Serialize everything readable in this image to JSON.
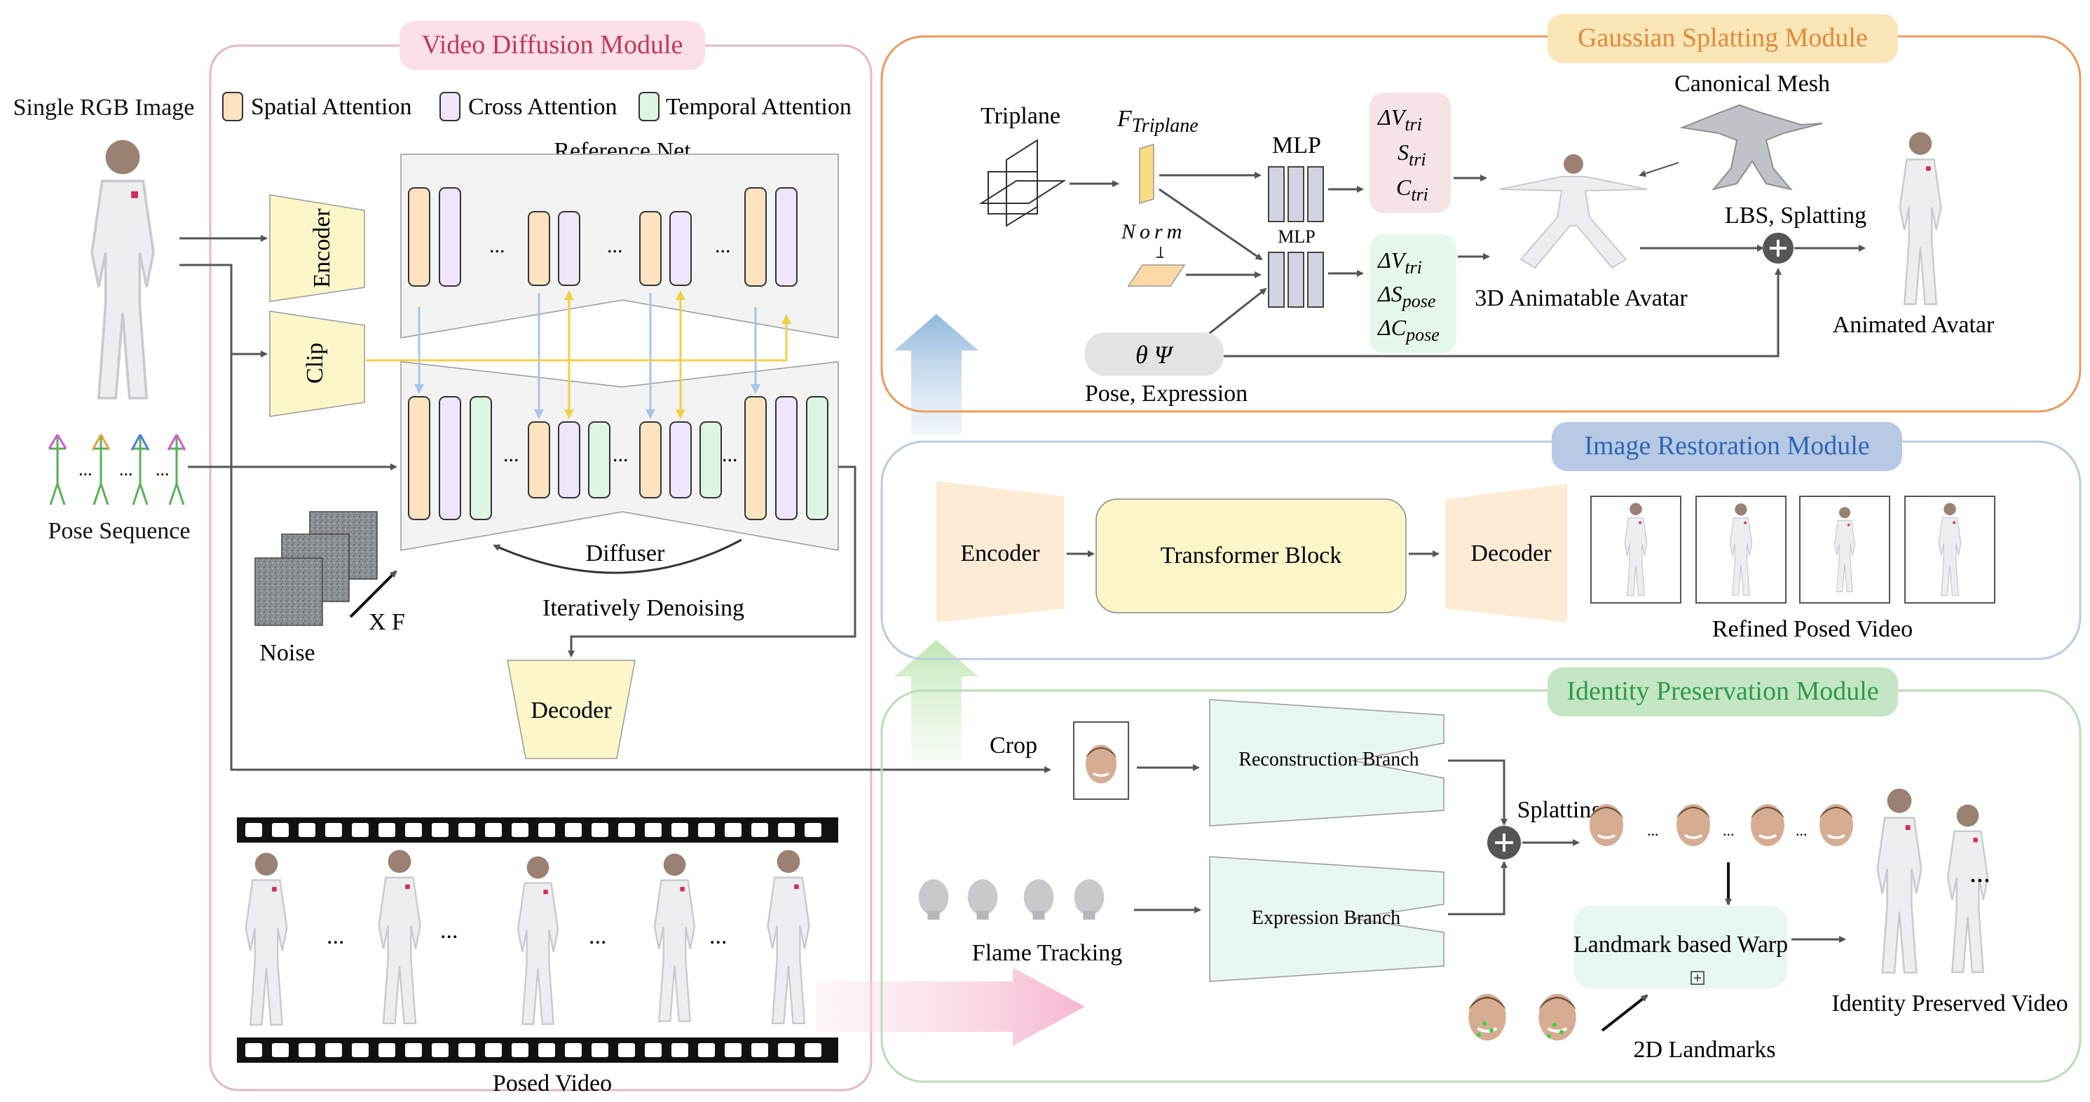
{
  "modules": {
    "video_diffusion": "Video Diffusion Module",
    "gaussian_splatting": "Gaussian Splatting Module",
    "image_restoration": "Image Restoration Module",
    "identity_preservation": "Identity Preservation Module"
  },
  "inputs": {
    "single_rgb_image": "Single RGB Image",
    "pose_sequence": "Pose Sequence",
    "noise": "Noise",
    "xf": "X F"
  },
  "legend": {
    "spatial": "Spatial Attention",
    "cross": "Cross Attention",
    "temporal": "Temporal Attention"
  },
  "video_diffusion": {
    "encoder": "Encoder",
    "clip": "Clip",
    "reference_net": "Reference Net",
    "diffuser": "Diffuser",
    "iteratively_denoising": "Iteratively Denoising",
    "decoder": "Decoder",
    "posed_video": "Posed Video",
    "ellipsis": "..."
  },
  "gaussian": {
    "triplane": "Triplane",
    "f_triplane_f": "F",
    "f_triplane_sub": "Triplane",
    "norm": "Norm",
    "mlp": "MLP",
    "mlp_small": "MLP",
    "dv_tri": "ΔV",
    "s_tri": "S",
    "c_tri": "C",
    "tri_sub": "tri",
    "dv_tri2": "ΔV",
    "ds_pose": "ΔS",
    "dc_pose": "ΔC",
    "pose_sub": "pose",
    "theta_psi": "θ   Ψ",
    "pose_expression": "Pose, Expression",
    "canonical_mesh": "Canonical Mesh",
    "avatar_3d": "3D Animatable Avatar",
    "lbs_splatting": "LBS, Splatting",
    "animated_avatar": "Animated Avatar"
  },
  "restoration": {
    "encoder": "Encoder",
    "transformer": "Transformer Block",
    "decoder": "Decoder",
    "refined_video": "Refined Posed Video"
  },
  "identity": {
    "crop": "Crop",
    "reconstruction_branch": "Reconstruction Branch",
    "expression_branch": "Expression Branch",
    "flame_tracking": "Flame Tracking",
    "splatting": "Splatting",
    "landmark_warp": "Landmark based Warp",
    "landmarks_2d": "2D Landmarks",
    "identity_video": "Identity Preserved Video",
    "ellipsis": "..."
  },
  "colors": {
    "spatial": "#fde3c0",
    "cross": "#efe6fb",
    "temporal": "#dff5e3",
    "vdm_border": "#e3b9c6",
    "gsm_border": "#ec9a5e",
    "irm_border": "#b9cde0",
    "ipm_border": "#b8ddb5",
    "yellow_block": "#fdf6c9",
    "peach_block": "#fdebd6",
    "mint_block": "#e8f7ef"
  }
}
